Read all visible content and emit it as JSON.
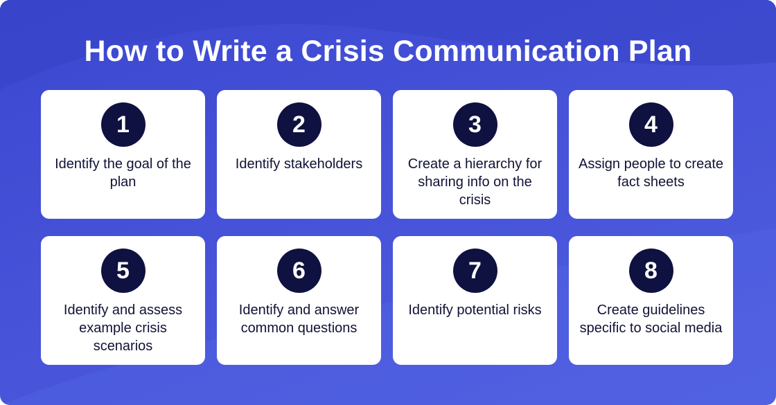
{
  "title": "How to Write a Crisis Communication Plan",
  "colors": {
    "background": "#4652d8",
    "card": "#ffffff",
    "badge": "#0f1140",
    "text": "#101235"
  },
  "steps": [
    {
      "number": "1",
      "text": "Identify the goal of the plan"
    },
    {
      "number": "2",
      "text": "Identify stakeholders"
    },
    {
      "number": "3",
      "text": "Create a hierarchy for sharing info on the crisis"
    },
    {
      "number": "4",
      "text": "Assign people to create fact sheets"
    },
    {
      "number": "5",
      "text": "Identify and assess example crisis scenarios"
    },
    {
      "number": "6",
      "text": "Identify and answer common questions"
    },
    {
      "number": "7",
      "text": "Identify potential risks"
    },
    {
      "number": "8",
      "text": "Create guidelines specific to social media"
    }
  ]
}
